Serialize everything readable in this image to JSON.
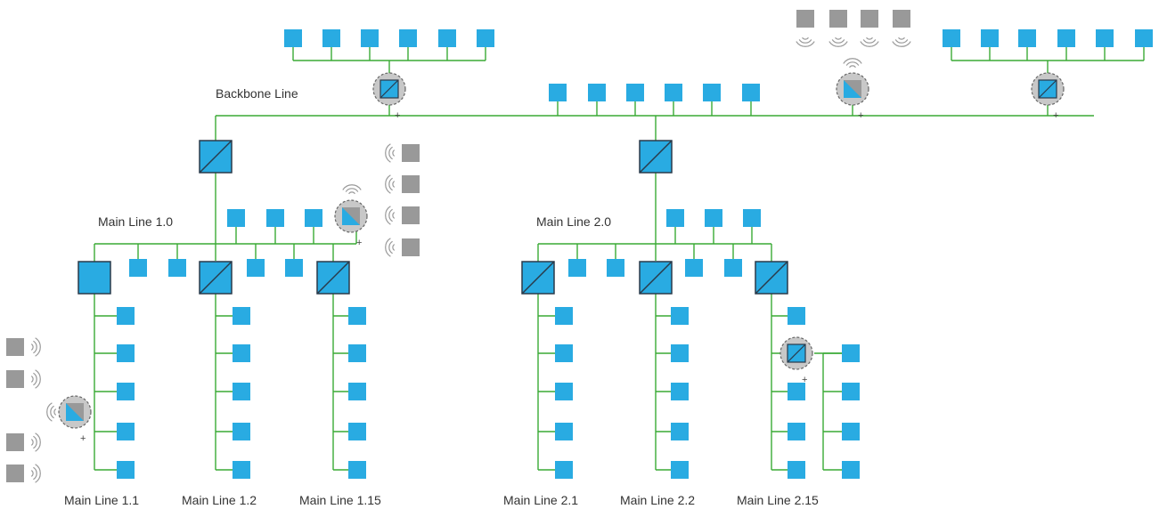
{
  "colors": {
    "line": "#3aaa35",
    "device": "#29abe2",
    "device_border": "#2a3a4a",
    "wireless": "#999999",
    "coupler_ring_fill": "#c8c8c8",
    "coupler_ring_stroke": "#666666",
    "label": "#333333"
  },
  "icons": [
    "line-coupler-icon",
    "area-coupler-icon",
    "device-icon",
    "wireless-device-icon",
    "wireless-wave-icon",
    "media-coupler-icon",
    "plus-sign-icon"
  ],
  "labels": {
    "backbone": "Backbone Line",
    "main_1_0": "Main Line 1.0",
    "main_2_0": "Main Line 2.0",
    "main_1_1": "Main Line 1.1",
    "main_1_2": "Main Line 1.2",
    "main_1_15": "Main Line 1.15",
    "main_2_1": "Main Line 2.1",
    "main_2_2": "Main Line 2.2",
    "main_2_15": "Main Line 2.15"
  },
  "plus_sign": "+"
}
